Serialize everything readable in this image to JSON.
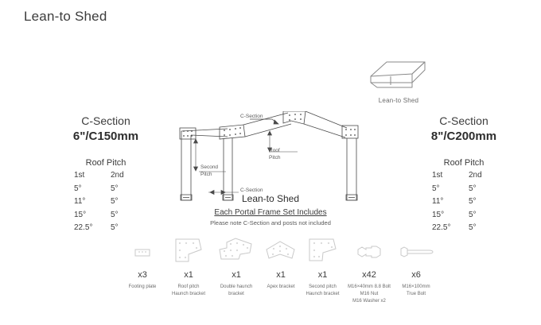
{
  "page": {
    "title": "Lean-to Shed"
  },
  "shed_icon": {
    "icon": "isometric-lean-to-shed",
    "caption": "Lean-to Shed"
  },
  "spec_columns": [
    {
      "id": "left",
      "title": "C-Section",
      "size": "6\"/C150mm",
      "pitch_heading": "Roof Pitch",
      "headers": [
        "1st",
        "2nd"
      ],
      "rows": [
        [
          "5°",
          "5°"
        ],
        [
          "11°",
          "5°"
        ],
        [
          "15°",
          "5°"
        ],
        [
          "22.5°",
          "5°"
        ]
      ]
    },
    {
      "id": "right",
      "title": "C-Section",
      "size": "8\"/C200mm",
      "pitch_heading": "Roof Pitch",
      "headers": [
        "1st",
        "2nd"
      ],
      "rows": [
        [
          "5°",
          "5°"
        ],
        [
          "11°",
          "5°"
        ],
        [
          "15°",
          "5°"
        ],
        [
          "22.5°",
          "5°"
        ]
      ]
    }
  ],
  "diagram": {
    "label_csection_top": "C-Section",
    "label_roof_pitch": "Roof\nPitch",
    "label_second_pitch": "Second\nPitch",
    "label_csection_bottom": "C-Section",
    "caption": "Lean-to Shed",
    "includes_title": "Each Portal Frame Set Includes",
    "includes_note": "Please note C-Section and posts not included"
  },
  "parts": [
    {
      "icon": "footing-plate-icon",
      "qty": "x3",
      "label": "Footing plate"
    },
    {
      "icon": "roof-pitch-haunch-bracket-icon",
      "qty": "x1",
      "label": "Roof pitch\nHaunch bracket"
    },
    {
      "icon": "double-haunch-bracket-icon",
      "qty": "x1",
      "label": "Double haunch\nbracket"
    },
    {
      "icon": "apex-bracket-icon",
      "qty": "x1",
      "label": "Apex bracket"
    },
    {
      "icon": "second-pitch-haunch-bracket-icon",
      "qty": "x1",
      "label": "Second pitch\nHaunch bracket"
    },
    {
      "icon": "bolt-nut-washer-icon",
      "qty": "x42",
      "label": "M16×40mm 8.8 Bolt\nM16 Nut\nM16 Washer x2"
    },
    {
      "icon": "true-bolt-icon",
      "qty": "x6",
      "label": "M16×100mm\nTrue Bolt"
    }
  ],
  "colors": {
    "background": "#ffffff",
    "title_text": "#3c3c3c",
    "body_text": "#4a4a4a",
    "muted_text": "#6b6b6b",
    "line_art": "#c9c9c9",
    "diagram_line": "#4a4a4a"
  }
}
